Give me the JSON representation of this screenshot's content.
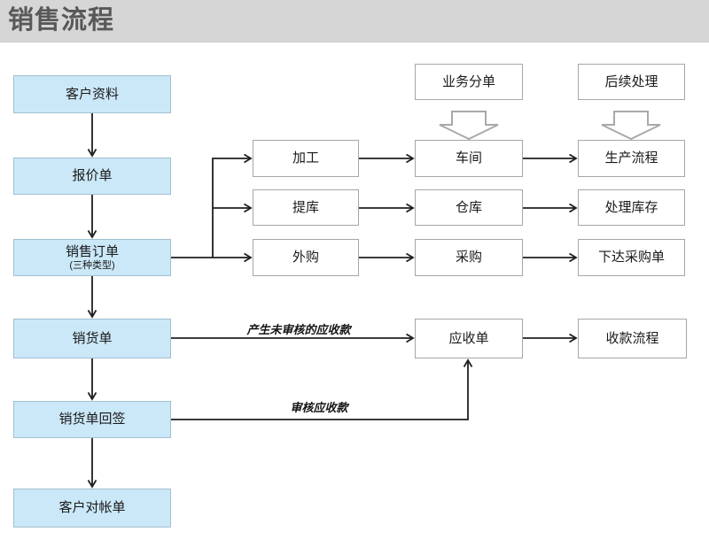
{
  "title": "销售流程",
  "colors": {
    "header_bg": "#d6d6d6",
    "title_text": "#58585a",
    "node_blue_fill": "#cbe8f8",
    "node_blue_border": "#a2bfd0",
    "node_white_border": "#a6a6a6",
    "connector": "#1f1f1f",
    "block_arrow_outline": "#a9a9a9"
  },
  "nodes": {
    "customer_info": {
      "label": "客户资料"
    },
    "quotation": {
      "label": "报价单"
    },
    "sales_order": {
      "label": "销售订单",
      "sublabel": "(三种类型)"
    },
    "delivery_note": {
      "label": "销货单"
    },
    "delivery_receipt": {
      "label": "销货单回签"
    },
    "customer_statement": {
      "label": "客户对帐单"
    },
    "processing": {
      "label": "加工"
    },
    "pick_stock": {
      "label": "提库"
    },
    "outsourcing": {
      "label": "外购"
    },
    "dispatch_header": {
      "label": "业务分单"
    },
    "workshop": {
      "label": "车间"
    },
    "warehouse": {
      "label": "仓库"
    },
    "purchasing": {
      "label": "采购"
    },
    "receivable": {
      "label": "应收单"
    },
    "followup_header": {
      "label": "后续处理"
    },
    "production_flow": {
      "label": "生产流程"
    },
    "handle_inventory": {
      "label": "处理库存"
    },
    "issue_po": {
      "label": "下达采购单"
    },
    "collection_flow": {
      "label": "收款流程"
    }
  },
  "edge_labels": {
    "unaudited_receivable": "产生未审核的应收款",
    "audit_receivable": "审核应收款"
  }
}
